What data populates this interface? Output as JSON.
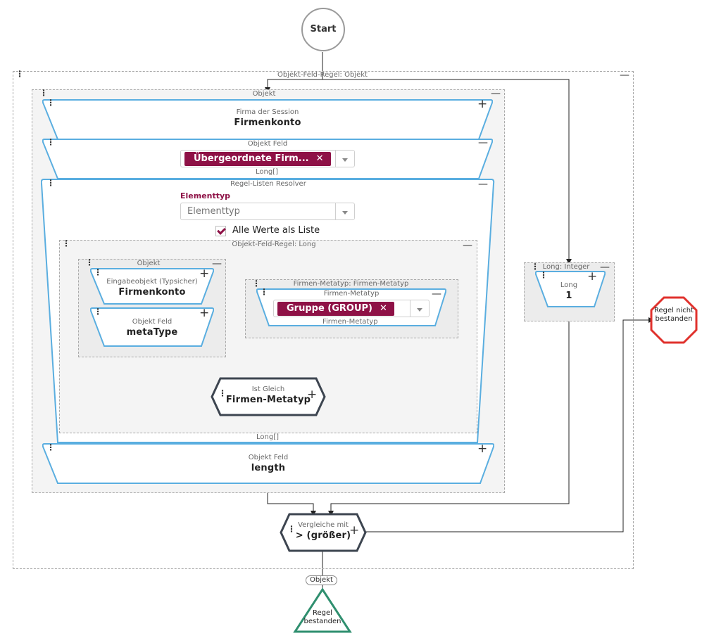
{
  "start": {
    "label": "Start"
  },
  "outer_group": {
    "title": "Objekt-Feld-Regel: Objekt"
  },
  "objekt_group": {
    "title": "Objekt",
    "firma_node": {
      "label": "Firma der Session",
      "value": "Firmenkonto"
    },
    "objektfeld_node": {
      "label": "Objekt Feld",
      "chip": "Übergeordnete Firm...",
      "type_label": "Long[]"
    },
    "resolver_node": {
      "label": "Regel-Listen Resolver",
      "field_label": "Elementtyp",
      "select_placeholder": "Elementtyp",
      "checkbox_label": "Alle Werte als Liste",
      "checkbox_checked": true,
      "inner_group": {
        "title": "Objekt-Feld-Regel: Long",
        "objekt_sub": {
          "title": "Objekt",
          "eingabe_node": {
            "label": "Eingabeobjekt (Typsicher)",
            "value": "Firmenkonto"
          },
          "metatype_node": {
            "label": "Objekt Feld",
            "value": "metaType"
          }
        },
        "firmen_group": {
          "title": "Firmen-Metatyp: Firmen-Metatyp",
          "node": {
            "label": "Firmen-Metatyp",
            "chip": "Gruppe (GROUP)",
            "type_label": "Firmen-Metatyp"
          }
        },
        "istgleich": {
          "label": "Ist Gleich",
          "value": "Firmen-Metatyp"
        }
      },
      "type_label": "Long[]"
    },
    "length_node": {
      "label": "Objekt Feld",
      "value": "length"
    }
  },
  "long_group": {
    "title": "Long: Integer",
    "node": {
      "label": "Long",
      "value": "1"
    }
  },
  "vergleiche": {
    "label": "Vergleiche mit",
    "value": "> (größer)"
  },
  "fail_node": {
    "label": "Regel nicht bestanden",
    "color": "#e0322d"
  },
  "objekt_pill": {
    "label": "Objekt"
  },
  "success_node": {
    "label": "Regel bestanden",
    "color": "#2f8f6f"
  },
  "colors": {
    "accent": "#8e1146",
    "node_border": "#5aaee0",
    "connector": "#222222"
  }
}
